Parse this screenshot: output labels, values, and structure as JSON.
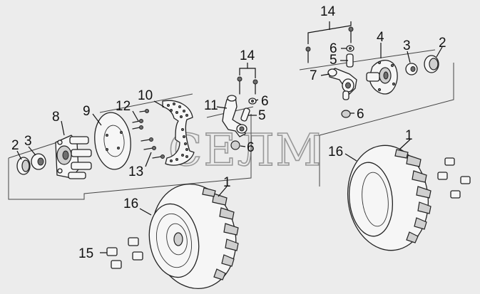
{
  "watermark": "СЕЛМ",
  "callouts": {
    "c1a": "1",
    "c1b": "1",
    "c2a": "2",
    "c2b": "2",
    "c3a": "3",
    "c3b": "3",
    "c4": "4",
    "c5a": "5",
    "c5b": "5",
    "c6a": "6",
    "c6b": "6",
    "c6c": "6",
    "c6d": "6",
    "c7": "7",
    "c8": "8",
    "c9": "9",
    "c10": "10",
    "c11": "11",
    "c12": "12",
    "c13": "13",
    "c14a": "14",
    "c14b": "14",
    "c15": "15",
    "c16a": "16",
    "c16b": "16"
  },
  "colors": {
    "line": "#222222",
    "background": "#ececec",
    "hub_fill": "#cfcfcf"
  },
  "icons": [
    "wheel-hub",
    "brake-disc",
    "steering-knuckle",
    "tire",
    "lug-nut",
    "bolt"
  ]
}
